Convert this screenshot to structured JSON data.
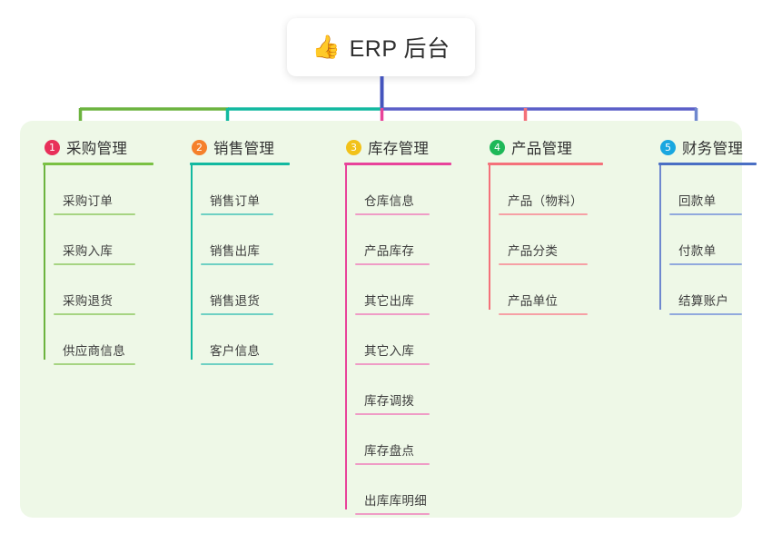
{
  "page": {
    "background": "#ffffff",
    "panel_background": "#eef8e7"
  },
  "root": {
    "icon": "thumbs-up-icon",
    "icon_glyph": "👍",
    "title": "ERP 后台"
  },
  "connector": {
    "stem_color": "#4454bd",
    "segments": [
      {
        "name": "green-segment",
        "color": "#6cb33f"
      },
      {
        "name": "teal-segment",
        "color": "#12b9a0"
      },
      {
        "name": "purple-segment",
        "color": "#5b5fc8"
      }
    ]
  },
  "columns": [
    {
      "index": "1",
      "title": "采购管理",
      "badge_color": "#e8305a",
      "line_color": "#7ac143",
      "leaf_line_color": "#a6d482",
      "drop_color": "#6cb33f",
      "items": [
        {
          "label": "采购订单"
        },
        {
          "label": "采购入库"
        },
        {
          "label": "采购退货"
        },
        {
          "label": "供应商信息"
        }
      ]
    },
    {
      "index": "2",
      "title": "销售管理",
      "badge_color": "#f5802b",
      "line_color": "#12b9a0",
      "leaf_line_color": "#6ed0c3",
      "drop_color": "#12b9a0",
      "items": [
        {
          "label": "销售订单"
        },
        {
          "label": "销售出库"
        },
        {
          "label": "销售退货"
        },
        {
          "label": "客户信息"
        }
      ]
    },
    {
      "index": "3",
      "title": "库存管理",
      "badge_color": "#f2c21a",
      "line_color": "#e8439a",
      "leaf_line_color": "#ef9cc6",
      "drop_color": "#e8439a",
      "items": [
        {
          "label": "仓库信息"
        },
        {
          "label": "产品库存"
        },
        {
          "label": "其它出库"
        },
        {
          "label": "其它入库"
        },
        {
          "label": "库存调拨"
        },
        {
          "label": "库存盘点"
        },
        {
          "label": "出库库明细"
        }
      ]
    },
    {
      "index": "4",
      "title": "产品管理",
      "badge_color": "#1eb858",
      "line_color": "#f4717a",
      "leaf_line_color": "#f6a0a5",
      "drop_color": "#f4717a",
      "items": [
        {
          "label": "产品（物料）"
        },
        {
          "label": "产品分类"
        },
        {
          "label": "产品单位"
        }
      ]
    },
    {
      "index": "5",
      "title": "财务管理",
      "badge_color": "#19a7e0",
      "line_color": "#4a6fc4",
      "leaf_line_color": "#91a9dd",
      "drop_color": "#6f88cf",
      "items": [
        {
          "label": "回款单"
        },
        {
          "label": "付款单"
        },
        {
          "label": "结算账户"
        }
      ]
    }
  ]
}
